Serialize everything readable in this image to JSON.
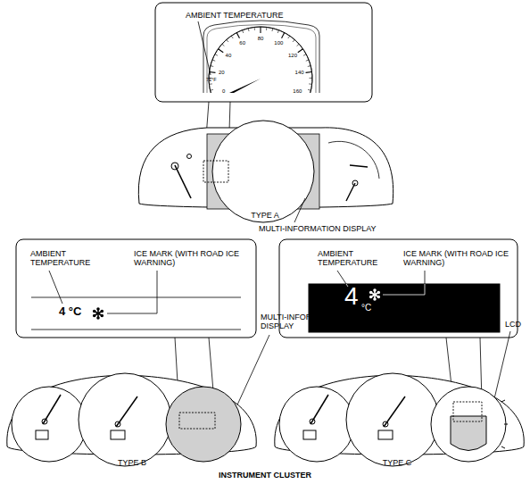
{
  "diagram": {
    "caption": "INSTRUMENT CLUSTER",
    "labels": [
      "AMBIENT TEMPERATURE",
      "0",
      "20",
      "40",
      "60",
      "80",
      "100",
      "120",
      "140",
      "160",
      "71°F",
      "TYPE A",
      "MULTI-INFORMATION DISPLAY",
      "AMBIENT TEMPERATURE",
      "ICE MARK (WITH ROAD ICE WARNING)",
      "4 °C",
      "MULTI-INFORMATION DISPLAY",
      "TYPE B",
      "AMBIENT TEMPERATURE",
      "ICE MARK (WITH ROAD ICE WARNING)",
      "4",
      "°C",
      "LCD",
      "TYPE C"
    ]
  }
}
